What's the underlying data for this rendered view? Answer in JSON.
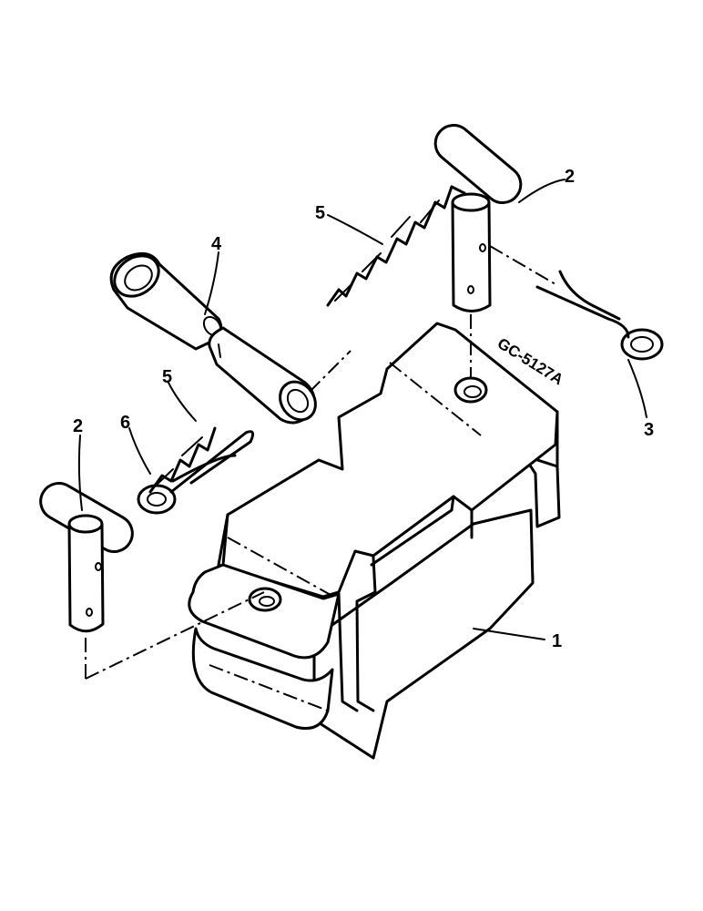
{
  "drawing_code": "GC-5127A",
  "callouts": {
    "c1": "1",
    "c2a": "2",
    "c2b": "2",
    "c3": "3",
    "c4": "4",
    "c5a": "5",
    "c5b": "5",
    "c6": "6"
  },
  "colors": {
    "ink": "#000000",
    "paper": "#ffffff"
  }
}
